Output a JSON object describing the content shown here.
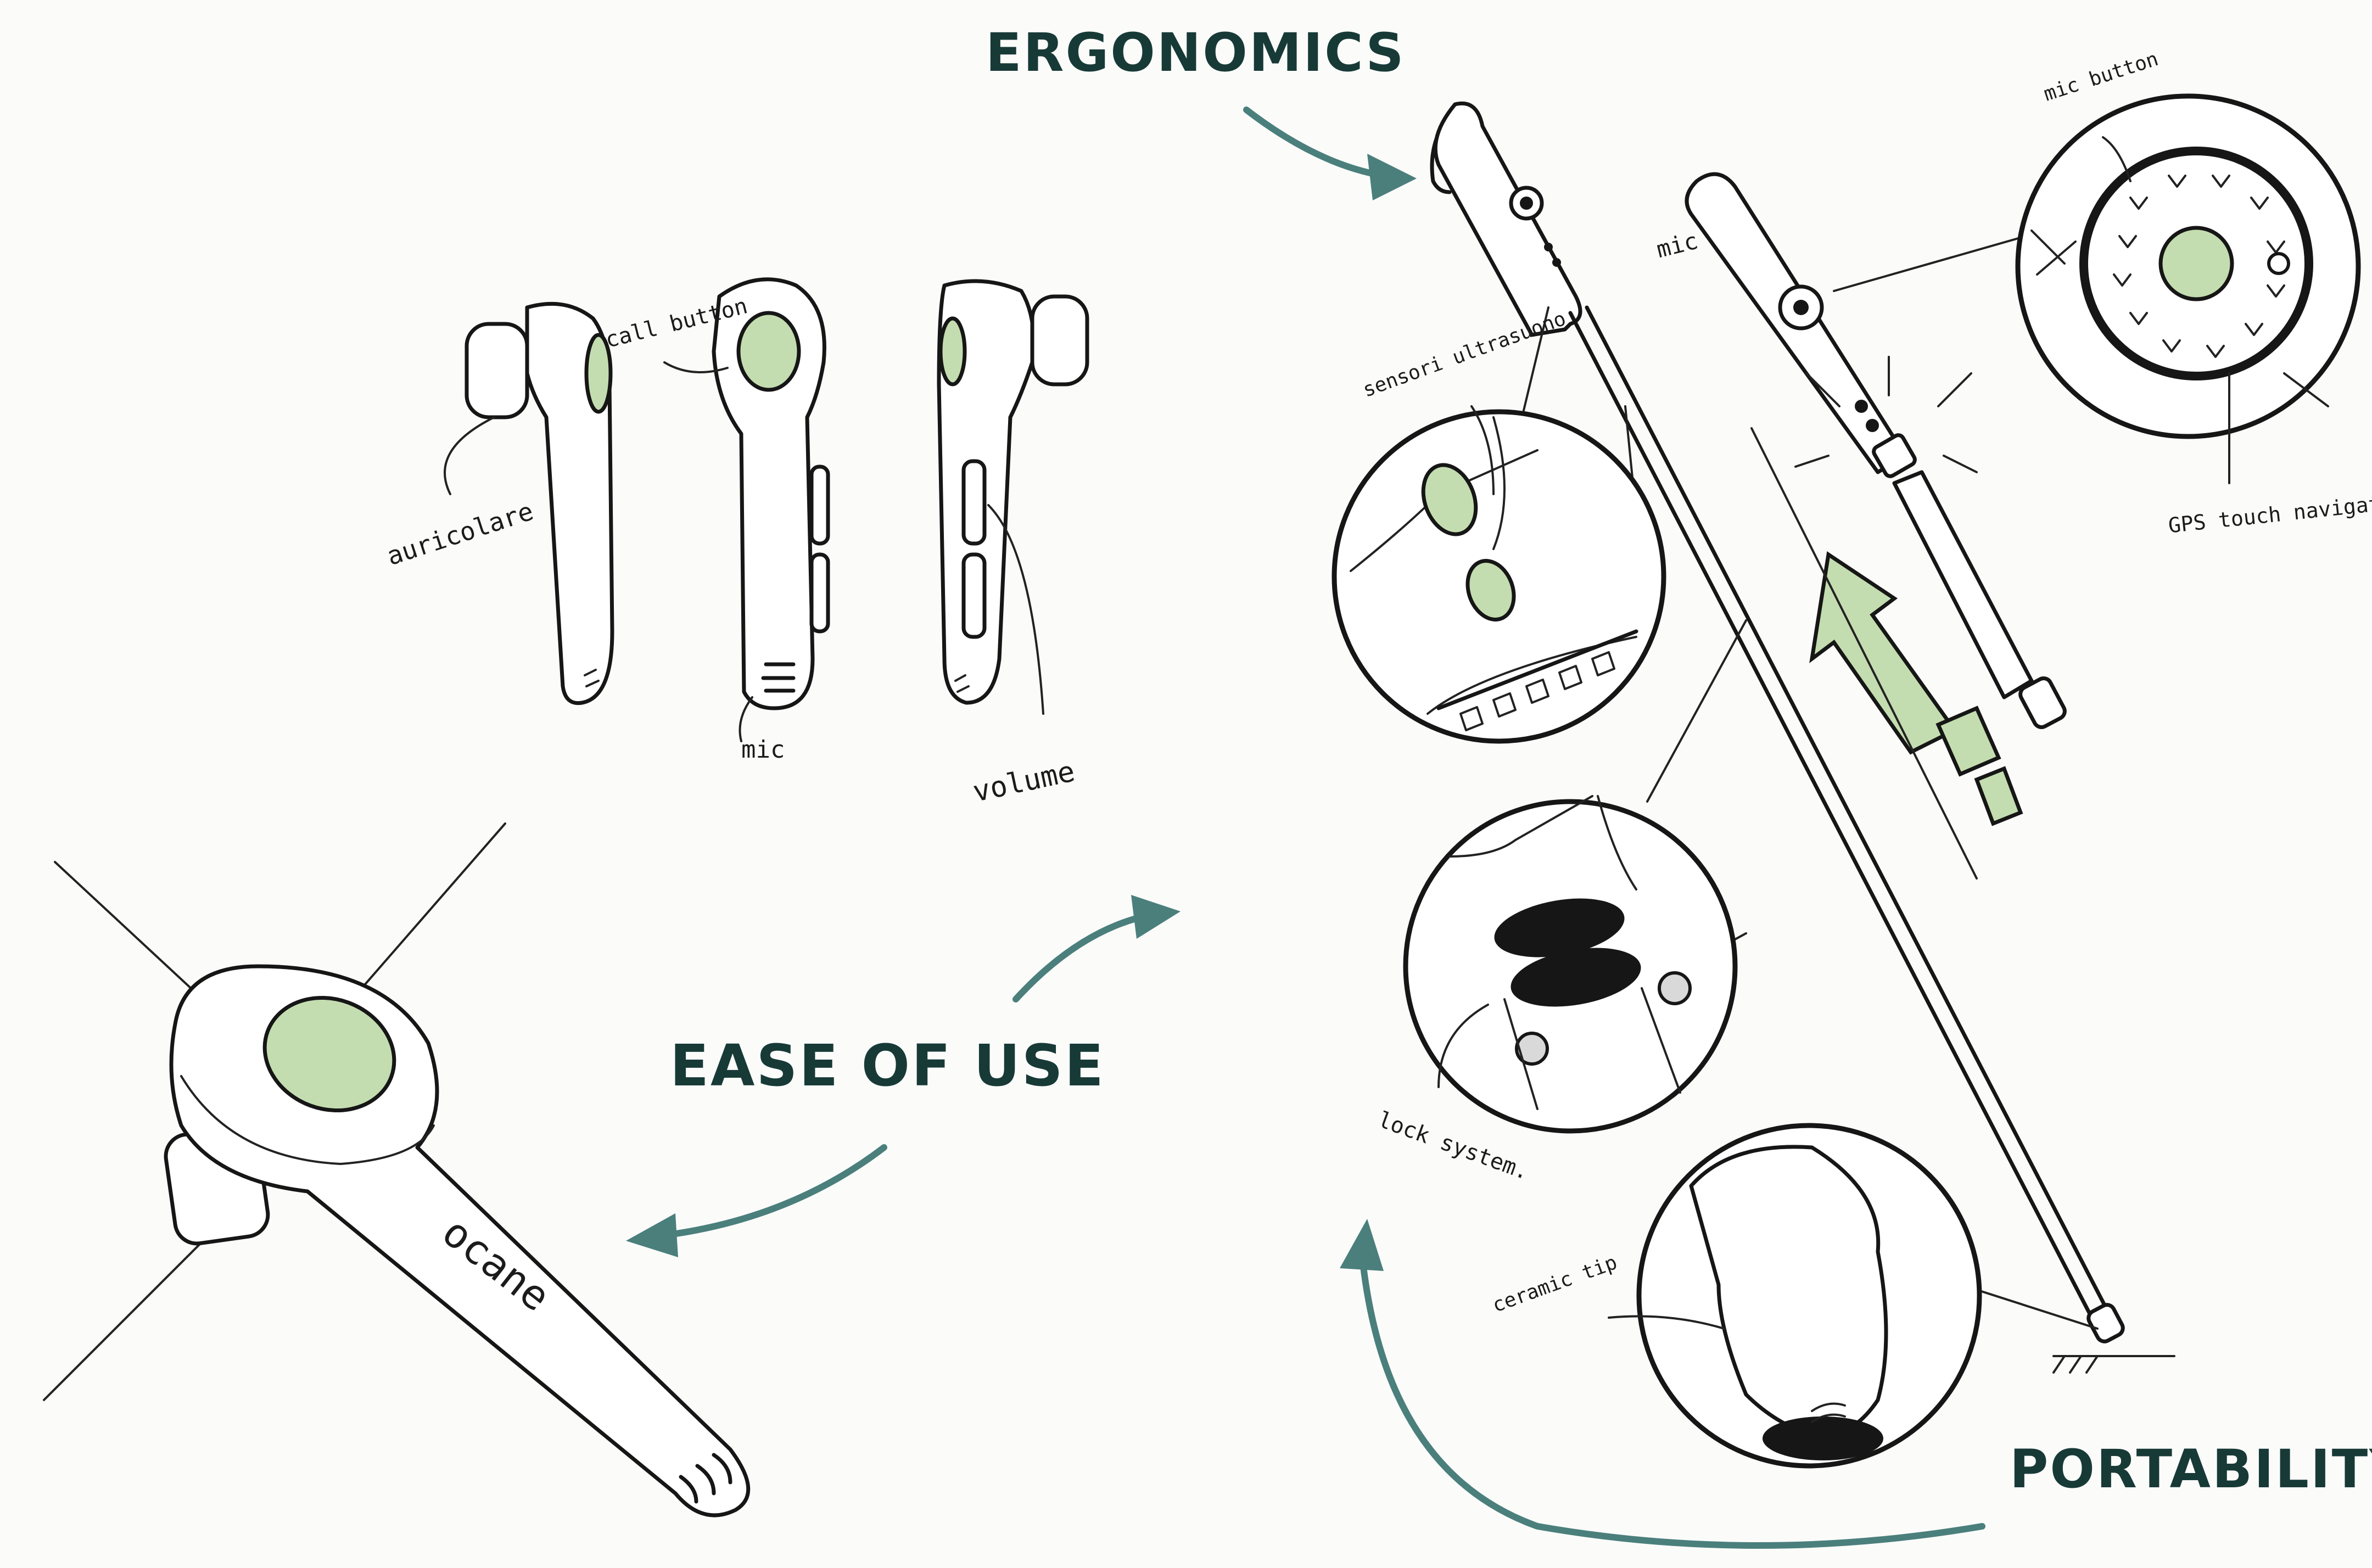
{
  "headings": {
    "ergonomics": "ERGONOMICS",
    "ease_of_use": "EASE OF USE",
    "portability": "PORTABILITY"
  },
  "annotations": {
    "auricolare": "auricolare",
    "call_button": "call button",
    "mic_handle": "mic",
    "volume": "volume",
    "brand": "ocane",
    "mic_cane": "mic",
    "mic_button": "mic button",
    "gps_touch_navigator": "GPS touch navigator",
    "sensori_ultrasuono": "sensori ultrasuono",
    "lock_system": "lock system.",
    "ceramic_tip": "ceramic tip"
  },
  "colors": {
    "heading": "#173a37",
    "arrow": "#4a7f7c",
    "accent_green": "#c4ddb0",
    "ink": "#161616"
  }
}
